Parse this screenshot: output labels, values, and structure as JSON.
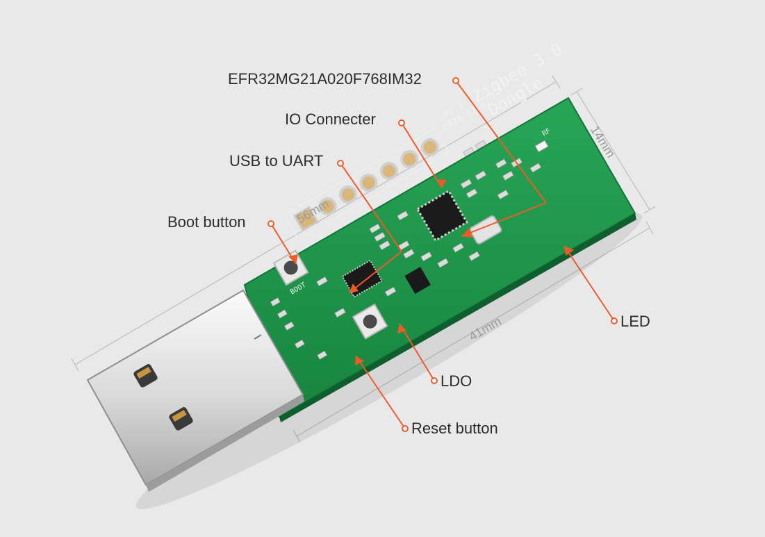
{
  "callouts": {
    "soc": "EFR32MG21A020F768IM32",
    "io": "IO Connecter",
    "usb_uart": "USB to UART",
    "boot": "Boot button",
    "led": "LED",
    "ldo": "LDO",
    "reset": "Reset button"
  },
  "dimensions": {
    "length": "56mm",
    "width": "14mm",
    "board_length": "41mm"
  },
  "silkscreen": {
    "line1": "Zigbee 3.0",
    "line2": "Dongle",
    "version": "V1.3",
    "date": "2020-12-07",
    "boot_mark": "BOOT",
    "rf_mark": "RF"
  },
  "colors": {
    "background": "#e9e9e9",
    "pcb": "#1f9a4c",
    "leader": "#f05a28",
    "label": "#2b2b2b"
  }
}
